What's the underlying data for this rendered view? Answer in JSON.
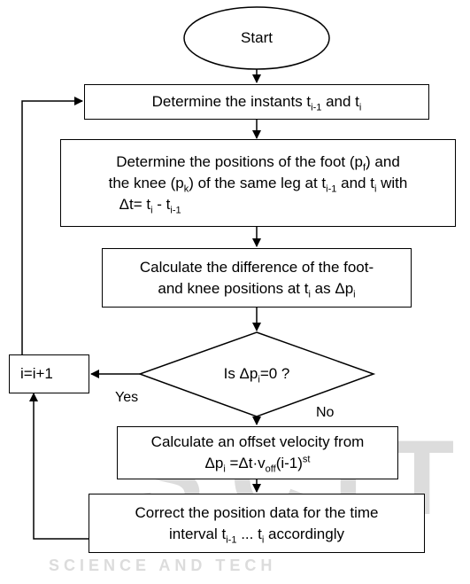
{
  "nodes": {
    "start": "Start",
    "determine_instants": {
      "prefix": "Determine the instants t",
      "sub1": "i-1",
      "mid": " and t",
      "sub2": "i"
    },
    "determine_positions": {
      "line1_a": "Determine the positions of the foot (p",
      "line1_sub": "f",
      "line1_b": ") and",
      "line2_a": "the knee (p",
      "line2_sub1": "k",
      "line2_b": ") of the same leg at t",
      "line2_sub2": "i-1",
      "line2_c": " and t",
      "line2_sub3": "i",
      "line2_d": " with",
      "line3_a": "Δt= t",
      "line3_sub1": "i",
      "line3_b": " - t",
      "line3_sub2": "i-1"
    },
    "calculate_difference": {
      "line1": "Calculate the difference of the foot-",
      "line2_a": "and knee positions at t",
      "line2_sub": "i",
      "line2_b": " as Δp",
      "line2_sub2": "i"
    },
    "decision": {
      "a": "Is Δp",
      "sub": "i",
      "b": "=0 ?"
    },
    "increment": "i=i+1",
    "calculate_offset": {
      "line1": "Calculate an offset velocity from",
      "line2_a": "Δp",
      "line2_sub": "i",
      "line2_b": " =Δt·v",
      "line2_sub2": "off",
      "line2_c": "(i-1)",
      "line2_sup": "st"
    },
    "correct_position": {
      "line1": "Correct the position data for the time",
      "line2_a": "interval t",
      "line2_sub1": "i-1",
      "line2_b": " ... t",
      "line2_sub2": "i",
      "line2_c": " accordingly"
    }
  },
  "edge_labels": {
    "yes": "Yes",
    "no": "No"
  },
  "watermark": {
    "big": "SCIT",
    "small": "SCIENCE AND TECH"
  },
  "colors": {
    "line": "#000000",
    "watermark": "#dcdcdc"
  }
}
